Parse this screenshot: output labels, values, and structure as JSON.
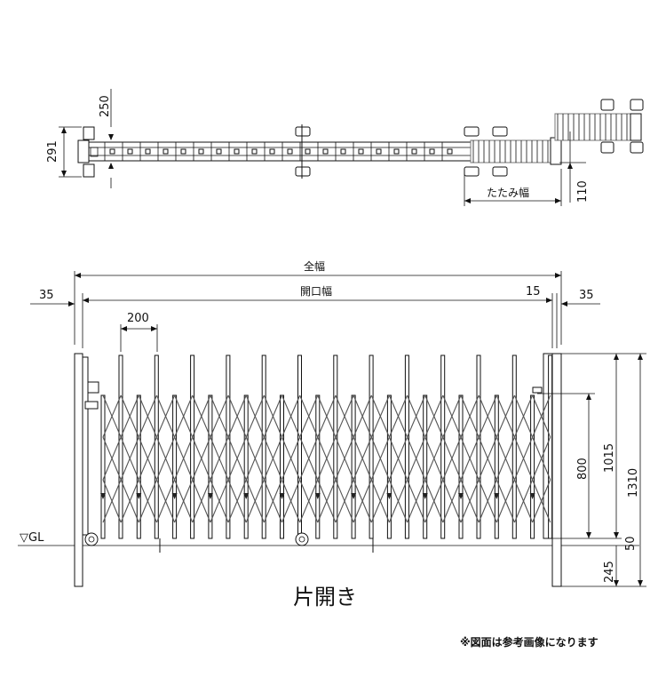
{
  "top_view": {
    "dim_250": "250",
    "dim_291": "291",
    "dim_110": "110",
    "folded_width_label": "たたみ幅"
  },
  "front_view": {
    "total_width_label": "全幅",
    "opening_width_label": "開口幅",
    "dim_35_left": "35",
    "dim_15": "15",
    "dim_35_right": "35",
    "dim_200": "200",
    "dim_800": "800",
    "dim_1015": "1015",
    "dim_1310": "1310",
    "dim_50": "50",
    "dim_245": "245",
    "gl_label": "▽GL"
  },
  "caption": "片開き",
  "note": "※図面は参考画像になります"
}
